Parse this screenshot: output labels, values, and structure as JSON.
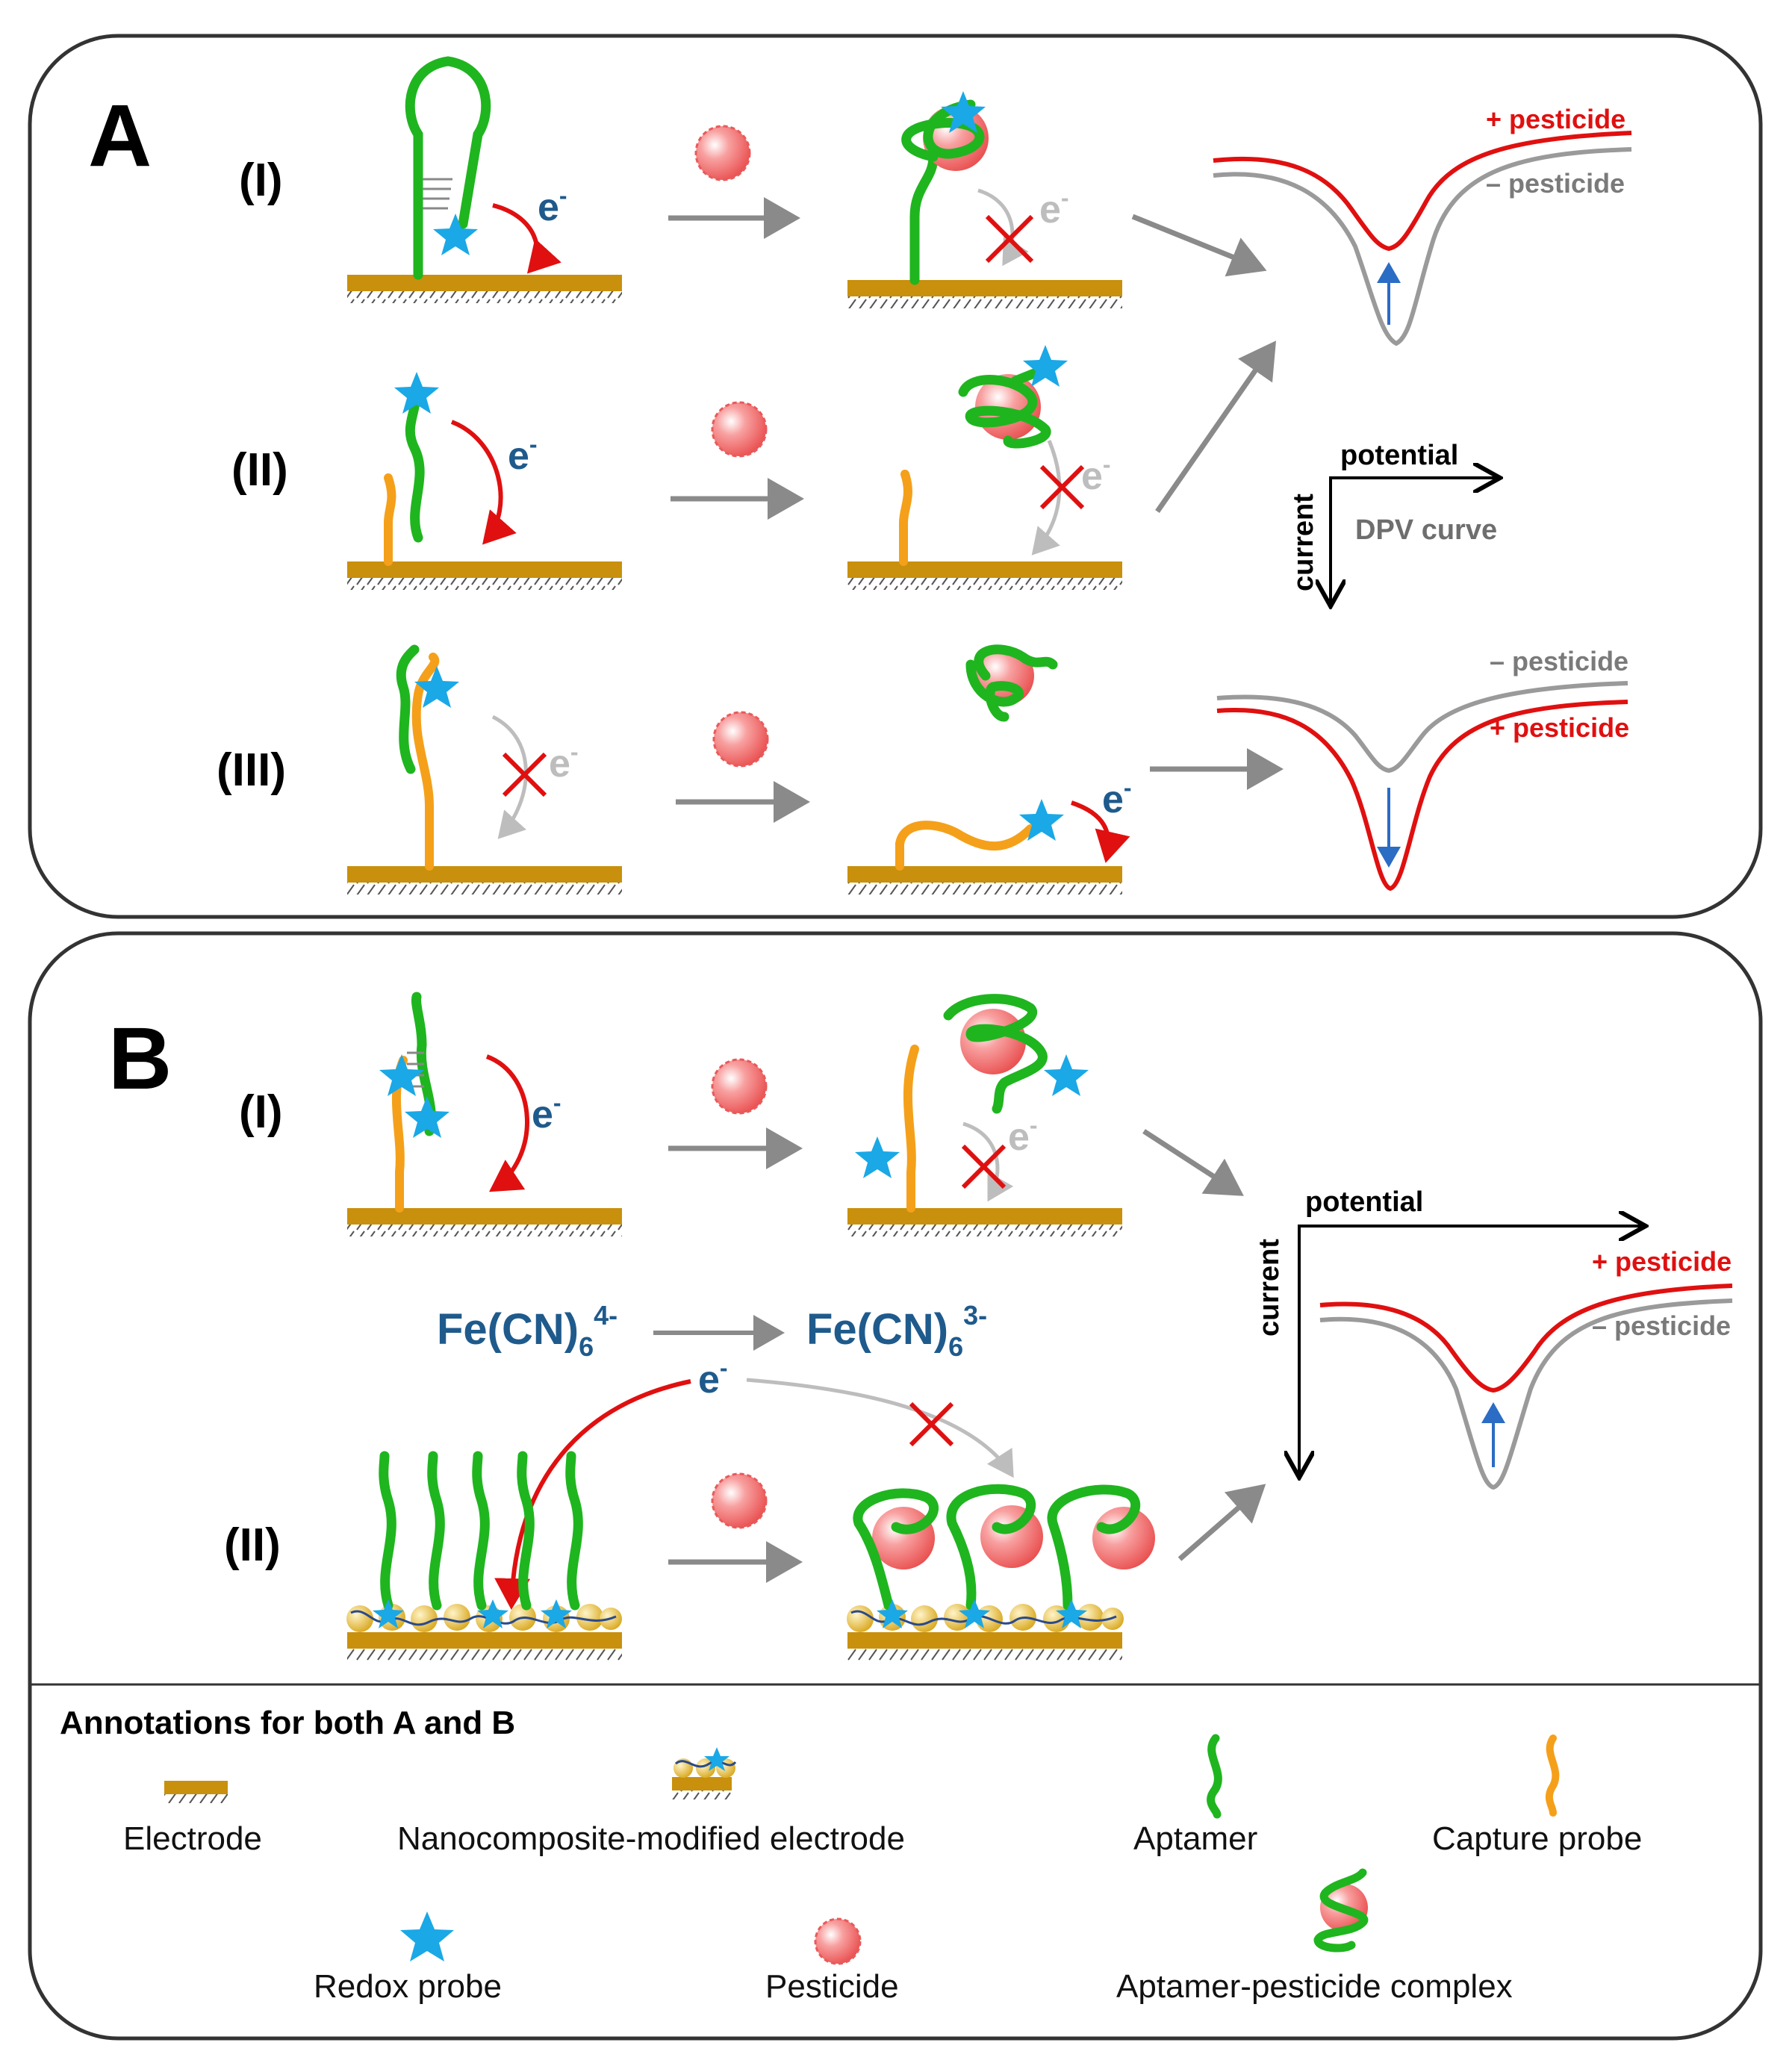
{
  "panels": {
    "a_letter": "A",
    "b_letter": "B"
  },
  "rows": {
    "a1": "(I)",
    "a2": "(II)",
    "a3": "(III)",
    "b1": "(I)",
    "b2": "(II)"
  },
  "electron": {
    "symbol": "e",
    "sup": "-"
  },
  "curves": {
    "plus_pesticide": "+ pesticide",
    "minus_pesticide": "– pesticide",
    "potential": "potential",
    "current": "current",
    "dpv_curve": "DPV curve"
  },
  "ferricyanide": {
    "left_base": "Fe(CN)",
    "left_sub": "6",
    "left_sup": "4-",
    "right_base": "Fe(CN)",
    "right_sub": "6",
    "right_sup": "3-"
  },
  "annotations": {
    "title": "Annotations for both A and B",
    "electrode": "Electrode",
    "nanocomposite": "Nanocomposite-modified electrode",
    "aptamer": "Aptamer",
    "capture_probe": "Capture probe",
    "redox_probe": "Redox probe",
    "pesticide": "Pesticide",
    "complex": "Aptamer-pesticide complex"
  },
  "colors": {
    "electrode": "#c8900c",
    "aptamer": "#1fb51f",
    "capture_probe": "#f5a01a",
    "redox_probe": "#1aa8e6",
    "pesticide": "#f06a6a",
    "electron_text": "#1f5a8c",
    "red_arrow": "#e01010",
    "plus_curve": "#e01010",
    "minus_curve": "#9a9a9a",
    "process_arrow": "#8a8a8a",
    "blocked_cross": "#e01010"
  }
}
